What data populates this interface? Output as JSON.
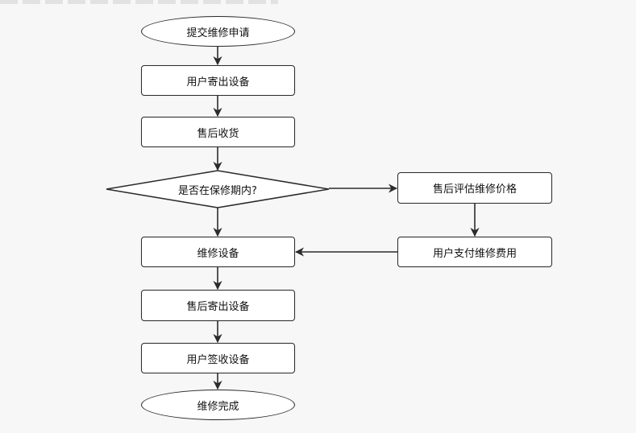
{
  "flowchart": {
    "start": "提交维修申请",
    "step_user_ship": "用户寄出设备",
    "step_receive": "售后收货",
    "decision": "是否在保修期内?",
    "step_evaluate": "售后评估维修价格",
    "step_pay": "用户支付维修费用",
    "step_repair": "维修设备",
    "step_return_ship": "售后寄出设备",
    "step_user_sign": "用户签收设备",
    "end": "维修完成"
  },
  "colors": {
    "background": "#f7f7f7",
    "node_fill": "#ffffff",
    "stroke": "#2b2b2b"
  }
}
